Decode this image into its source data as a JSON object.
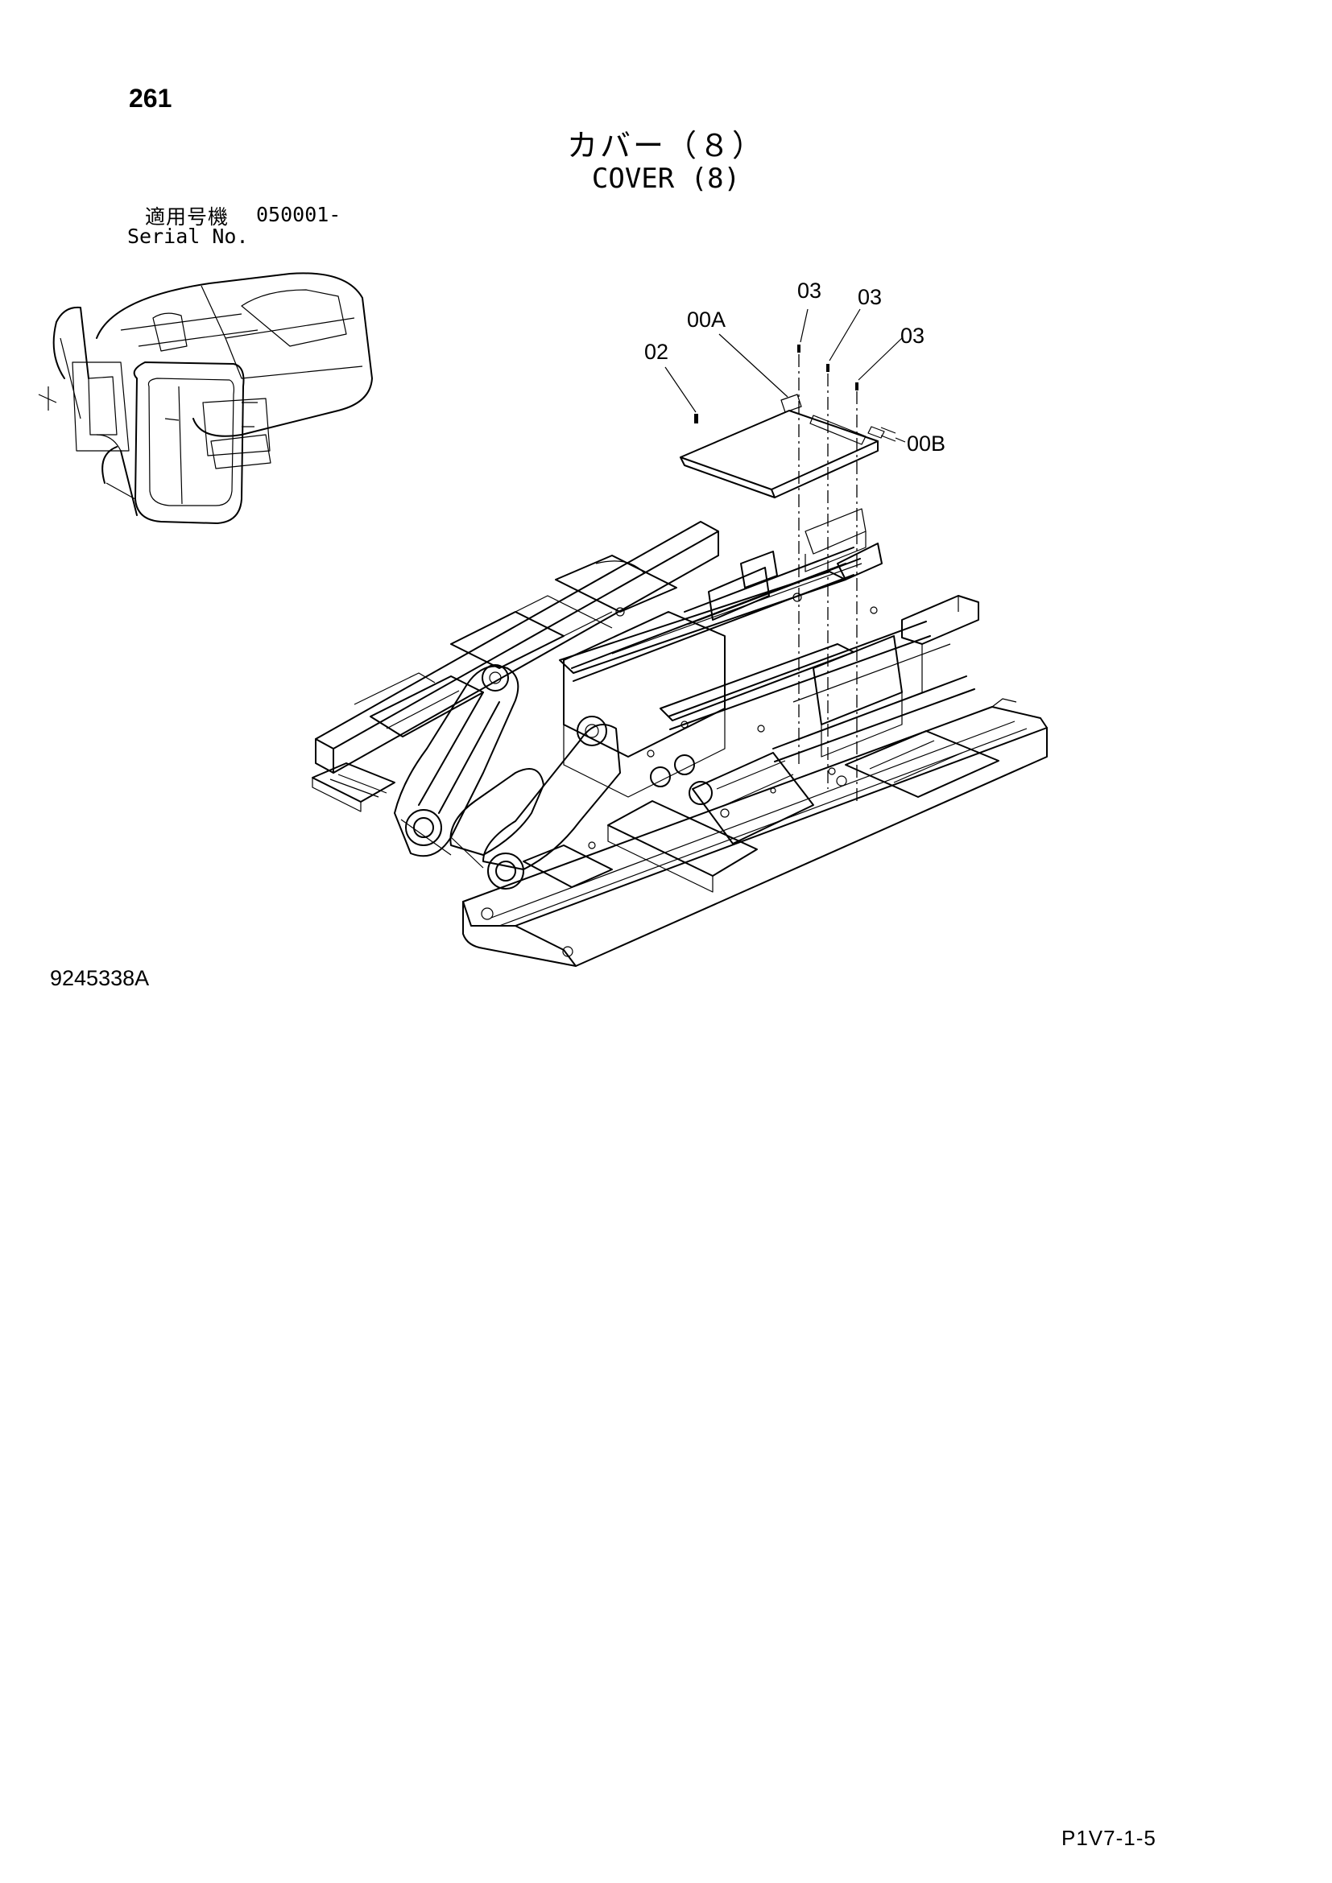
{
  "page_number": "261",
  "title_jp": "カバー（８）",
  "title_en": "COVER (8)",
  "serial": {
    "label_jp": "適用号機",
    "number": "050001-",
    "label_en": "Serial No."
  },
  "callouts": {
    "c02": "02",
    "c00a": "00A",
    "c03a": "03",
    "c03b": "03",
    "c03c": "03",
    "c00b": "00B"
  },
  "figure_number": "9245338A",
  "page_reference": "P1V7-1-5"
}
